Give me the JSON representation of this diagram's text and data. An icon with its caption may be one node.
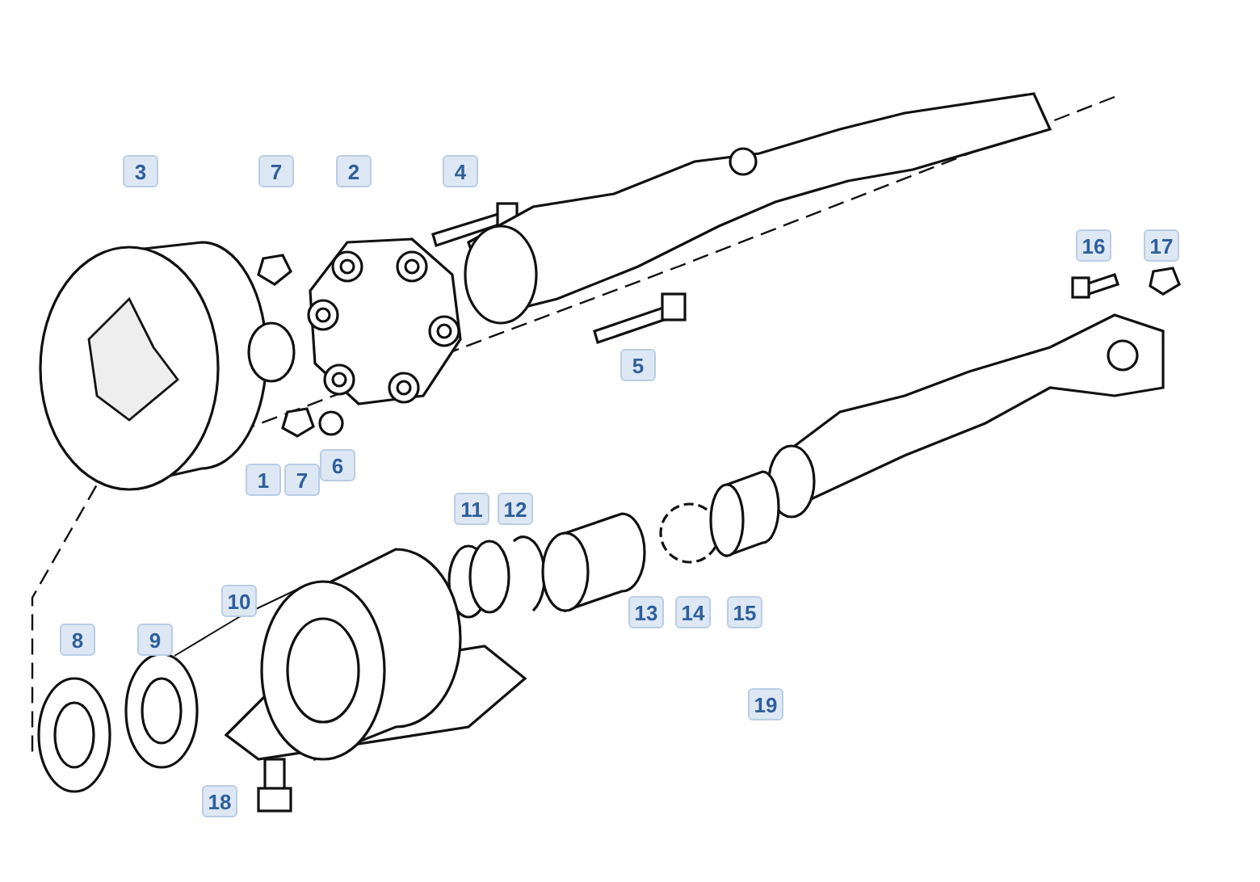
{
  "diagram": {
    "nodes": [
      {
        "text": [
          "3"
        ]
      },
      {
        "text": [
          "7"
        ]
      },
      {
        "text": [
          "2"
        ]
      },
      {
        "text": [
          "4"
        ]
      },
      {
        "text": [
          "16"
        ]
      },
      {
        "text": [
          "17"
        ]
      },
      {
        "text": [
          "5"
        ]
      },
      {
        "text": [
          "1"
        ]
      },
      {
        "text": [
          "7"
        ]
      },
      {
        "text": [
          "6"
        ]
      },
      {
        "text": [
          "11"
        ]
      },
      {
        "text": [
          "12"
        ]
      },
      {
        "text": [
          "10"
        ]
      },
      {
        "text": [
          "13"
        ]
      },
      {
        "text": [
          "14"
        ]
      },
      {
        "text": [
          "15"
        ]
      },
      {
        "text": [
          "8"
        ]
      },
      {
        "text": [
          "9"
        ]
      },
      {
        "text": [
          "19"
        ]
      },
      {
        "text": [
          "18"
        ]
      },
      {
        "text": [],
        "shape": "picture"
      },
      {
        "text": [],
        "shape": "picture"
      }
    ],
    "edges": [
      {
        "from": 12,
        "to": 20,
        "arrow": "none"
      },
      {
        "from": 12,
        "to": 21,
        "arrow": "none"
      }
    ]
  }
}
